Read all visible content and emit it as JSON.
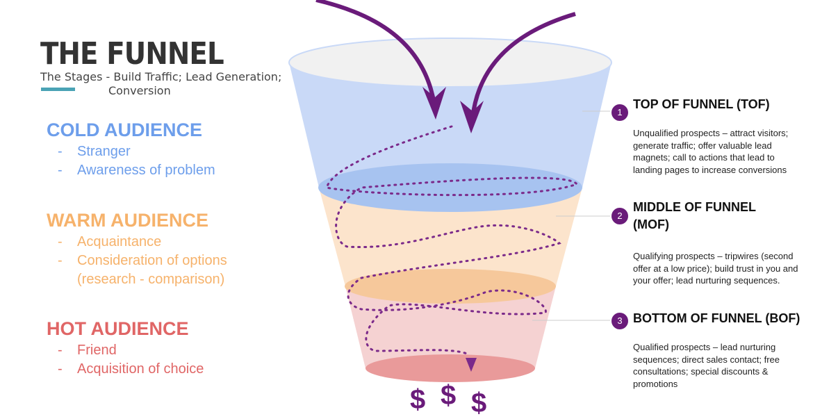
{
  "title": "THE FUNNEL",
  "subtitle_line1": "The Stages - Build Traffic; Lead Generation;",
  "subtitle_line2": "Conversion",
  "audiences": [
    {
      "heading": "COLD AUDIENCE",
      "color": "#6d9eeb",
      "items": [
        "Stranger",
        "Awareness of problem"
      ]
    },
    {
      "heading": "WARM AUDIENCE",
      "color": "#f6b26b",
      "items": [
        "Acquaintance",
        "Consideration of options",
        "(research - comparison)"
      ]
    },
    {
      "heading": "HOT AUDIENCE",
      "color": "#e06666",
      "items": [
        "Friend",
        "Acquisition of choice"
      ]
    }
  ],
  "stages": [
    {
      "number": "1",
      "title": "TOP OF FUNNEL (TOF)",
      "description": "Unqualified prospects – attract visitors; generate traffic; offer valuable lead magnets; call to actions that lead to landing pages to increase conversions"
    },
    {
      "number": "2",
      "title": "MIDDLE OF FUNNEL (MOF)",
      "description": "Qualifying prospects –  tripwires (second offer at a low price); build trust in you and your offer; lead nurturing sequences."
    },
    {
      "number": "3",
      "title": "BOTTOM OF FUNNEL (BOF)",
      "description": "Qualified prospects – lead nurturing sequences; direct sales contact; free consultations; special discounts & promotions"
    }
  ],
  "dollar": "$",
  "colors": {
    "accent": "#6a1b7a",
    "teal": "#4aa3b5"
  }
}
